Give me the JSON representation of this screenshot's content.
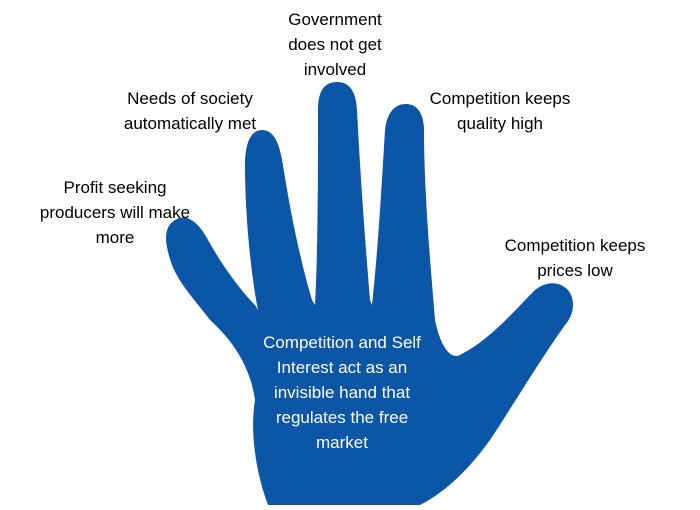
{
  "colors": {
    "hand": "#0B56A7",
    "hand_text": "#ffffff",
    "label_text": "#000000"
  },
  "labels": {
    "government": [
      "Government",
      "does not get",
      "involved"
    ],
    "society": [
      "Needs of society",
      "automatically met"
    ],
    "quality": [
      "Competition keeps",
      "quality high"
    ],
    "profit": [
      "Profit seeking",
      "producers will make",
      "more"
    ],
    "prices": [
      "Competition keeps",
      "prices low"
    ]
  },
  "center": [
    "Competition and Self",
    "Interest act as an",
    "invisible hand that",
    "regulates the free",
    "market"
  ]
}
